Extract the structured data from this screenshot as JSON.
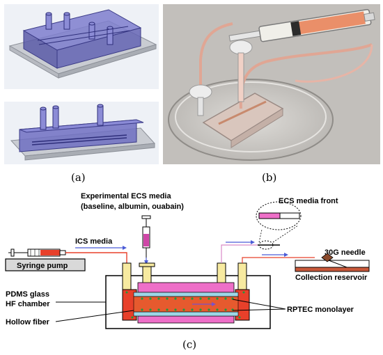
{
  "panel_labels": {
    "a": "(a)",
    "b": "(b)",
    "c": "(c)"
  },
  "schematic": {
    "experimental_media_line1": "Experimental ECS media",
    "experimental_media_line2": "(baseline, albumin, ouabain)",
    "ics_media": "ICS media",
    "syringe_pump": "Syringe pump",
    "ecs_media_front": "ECS media front",
    "needle": "30G needle",
    "collection_reservoir": "Collection reservoir",
    "chamber_line1": "PDMS glass",
    "chamber_line2": "HF chamber",
    "hollow_fiber": "Hollow fiber",
    "monolayer": "RPTEC monolayer"
  },
  "colors": {
    "chamber_red": "#e8402a",
    "fiber_pink": "#ee6fc8",
    "port_yellow": "#f7eaa0",
    "arrow_blue": "#4b5bd6",
    "tube_pink": "#d98ac8",
    "cad_blue": "#7272c6",
    "media_orange": "#e9845b"
  }
}
